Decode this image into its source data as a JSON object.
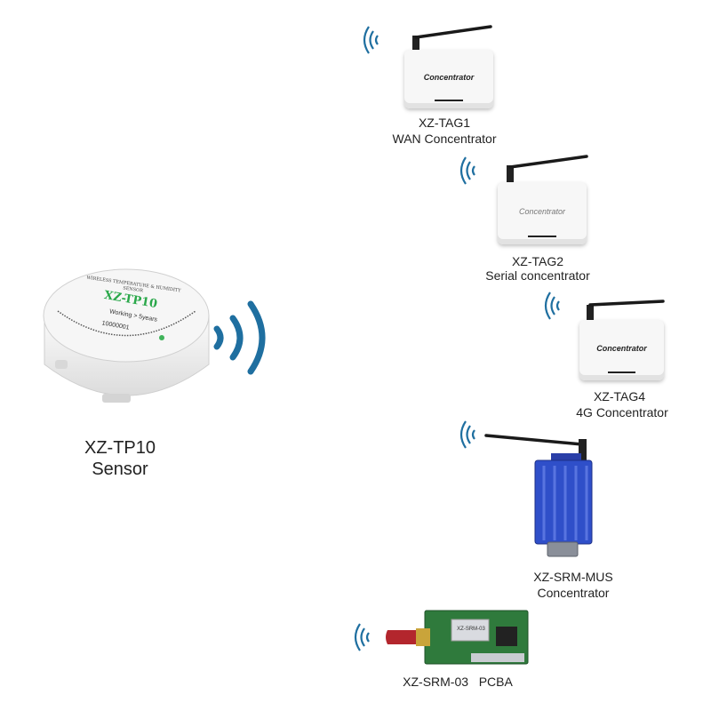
{
  "sensor": {
    "label_line1": "XZ-TP10",
    "label_line2": "Sensor",
    "body_model": "XZ-TP10",
    "body_arc_text": "WIRELESS TEMPERATURE & HUMIDITY SENSOR",
    "body_working": "Working > 5years",
    "body_serial": "10000001"
  },
  "devices": [
    {
      "label_line1": "XZ-TAG1",
      "label_line2": "WAN Concentrator",
      "brand": "Concentrator"
    },
    {
      "label_line1": "XZ-TAG2",
      "label_line2": "Serial concentrator",
      "brand": "Concentrator"
    },
    {
      "label_line1": "XZ-TAG4",
      "label_line2": "4G Concentrator",
      "brand": "Concentrator"
    },
    {
      "label_line1": "XZ-SRM-MUS",
      "label_line2": "Concentrator"
    },
    {
      "label_line1": "XZ-SRM-03   PCBA",
      "chip_text": "XZ-SRM-03"
    }
  ],
  "colors": {
    "signal": "#1f6fa0",
    "box": "#f7f7f7",
    "antenna": "#1a1a1a",
    "brand_green": "#2aa84a",
    "aluminum_blue": "#2f4fc9",
    "pcb_green": "#2f7a3c",
    "sma_red": "#b3262d"
  },
  "icons": [
    "wifi-signal-icon",
    "antenna-icon"
  ]
}
